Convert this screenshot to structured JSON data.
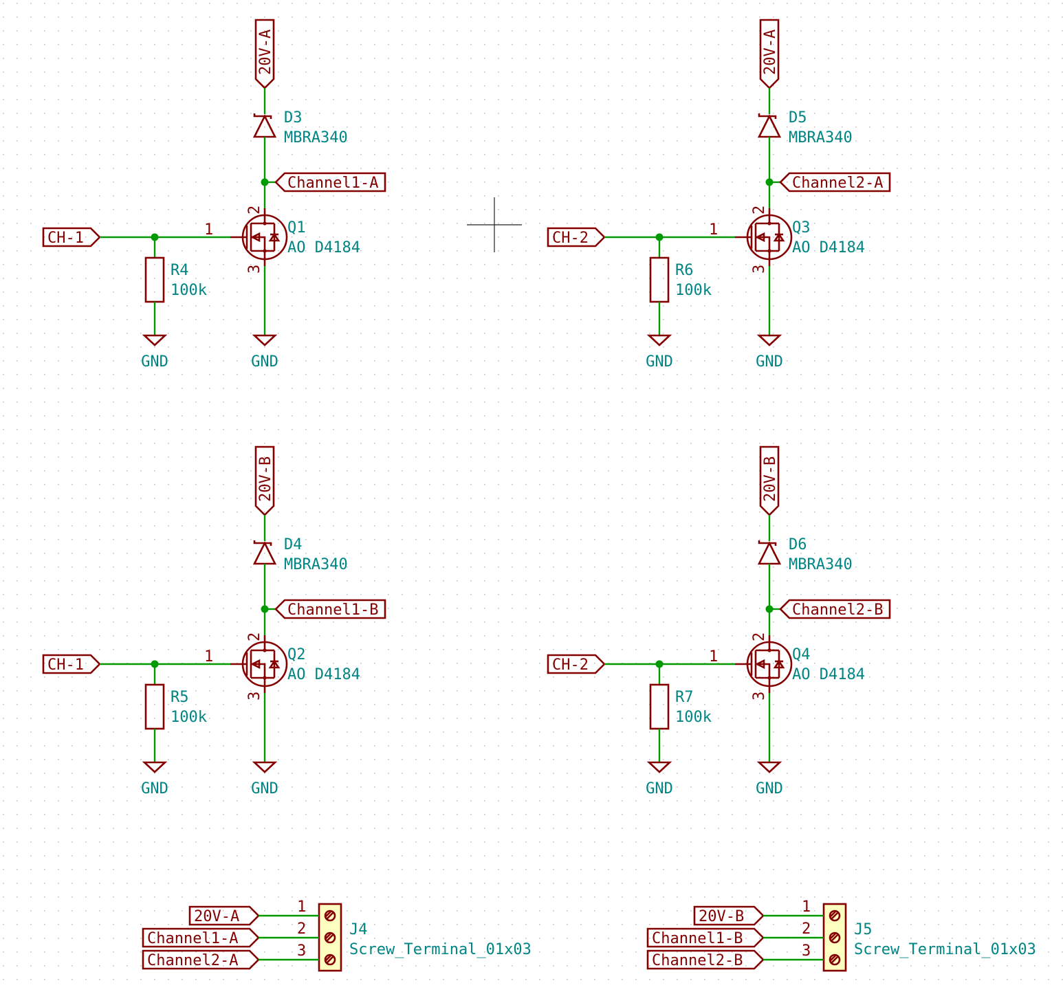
{
  "cursor_crosshair": true,
  "blocks": [
    {
      "supply": "20V-A",
      "diode": {
        "ref": "D3",
        "value": "MBRA340"
      },
      "output": "Channel1-A",
      "input": "CH-1",
      "mosfet": {
        "ref": "Q1",
        "value": "AO D4184",
        "pins": [
          "1",
          "2",
          "3"
        ]
      },
      "resistor": {
        "ref": "R4",
        "value": "100k"
      },
      "gnd_resistor": "GND",
      "gnd_mosfet": "GND"
    },
    {
      "supply": "20V-A",
      "diode": {
        "ref": "D5",
        "value": "MBRA340"
      },
      "output": "Channel2-A",
      "input": "CH-2",
      "mosfet": {
        "ref": "Q3",
        "value": "AO D4184",
        "pins": [
          "1",
          "2",
          "3"
        ]
      },
      "resistor": {
        "ref": "R6",
        "value": "100k"
      },
      "gnd_resistor": "GND",
      "gnd_mosfet": "GND"
    },
    {
      "supply": "20V-B",
      "diode": {
        "ref": "D4",
        "value": "MBRA340"
      },
      "output": "Channel1-B",
      "input": "CH-1",
      "mosfet": {
        "ref": "Q2",
        "value": "AO D4184",
        "pins": [
          "1",
          "2",
          "3"
        ]
      },
      "resistor": {
        "ref": "R5",
        "value": "100k"
      },
      "gnd_resistor": "GND",
      "gnd_mosfet": "GND"
    },
    {
      "supply": "20V-B",
      "diode": {
        "ref": "D6",
        "value": "MBRA340"
      },
      "output": "Channel2-B",
      "input": "CH-2",
      "mosfet": {
        "ref": "Q4",
        "value": "AO D4184",
        "pins": [
          "1",
          "2",
          "3"
        ]
      },
      "resistor": {
        "ref": "R7",
        "value": "100k"
      },
      "gnd_resistor": "GND",
      "gnd_mosfet": "GND"
    }
  ],
  "connectors": [
    {
      "ref": "J4",
      "value": "Screw_Terminal_01x03",
      "labels": [
        "20V-A",
        "Channel1-A",
        "Channel2-A"
      ],
      "pins": [
        "1",
        "2",
        "3"
      ]
    },
    {
      "ref": "J5",
      "value": "Screw_Terminal_01x03",
      "labels": [
        "20V-B",
        "Channel1-B",
        "Channel2-B"
      ],
      "pins": [
        "1",
        "2",
        "3"
      ]
    }
  ]
}
